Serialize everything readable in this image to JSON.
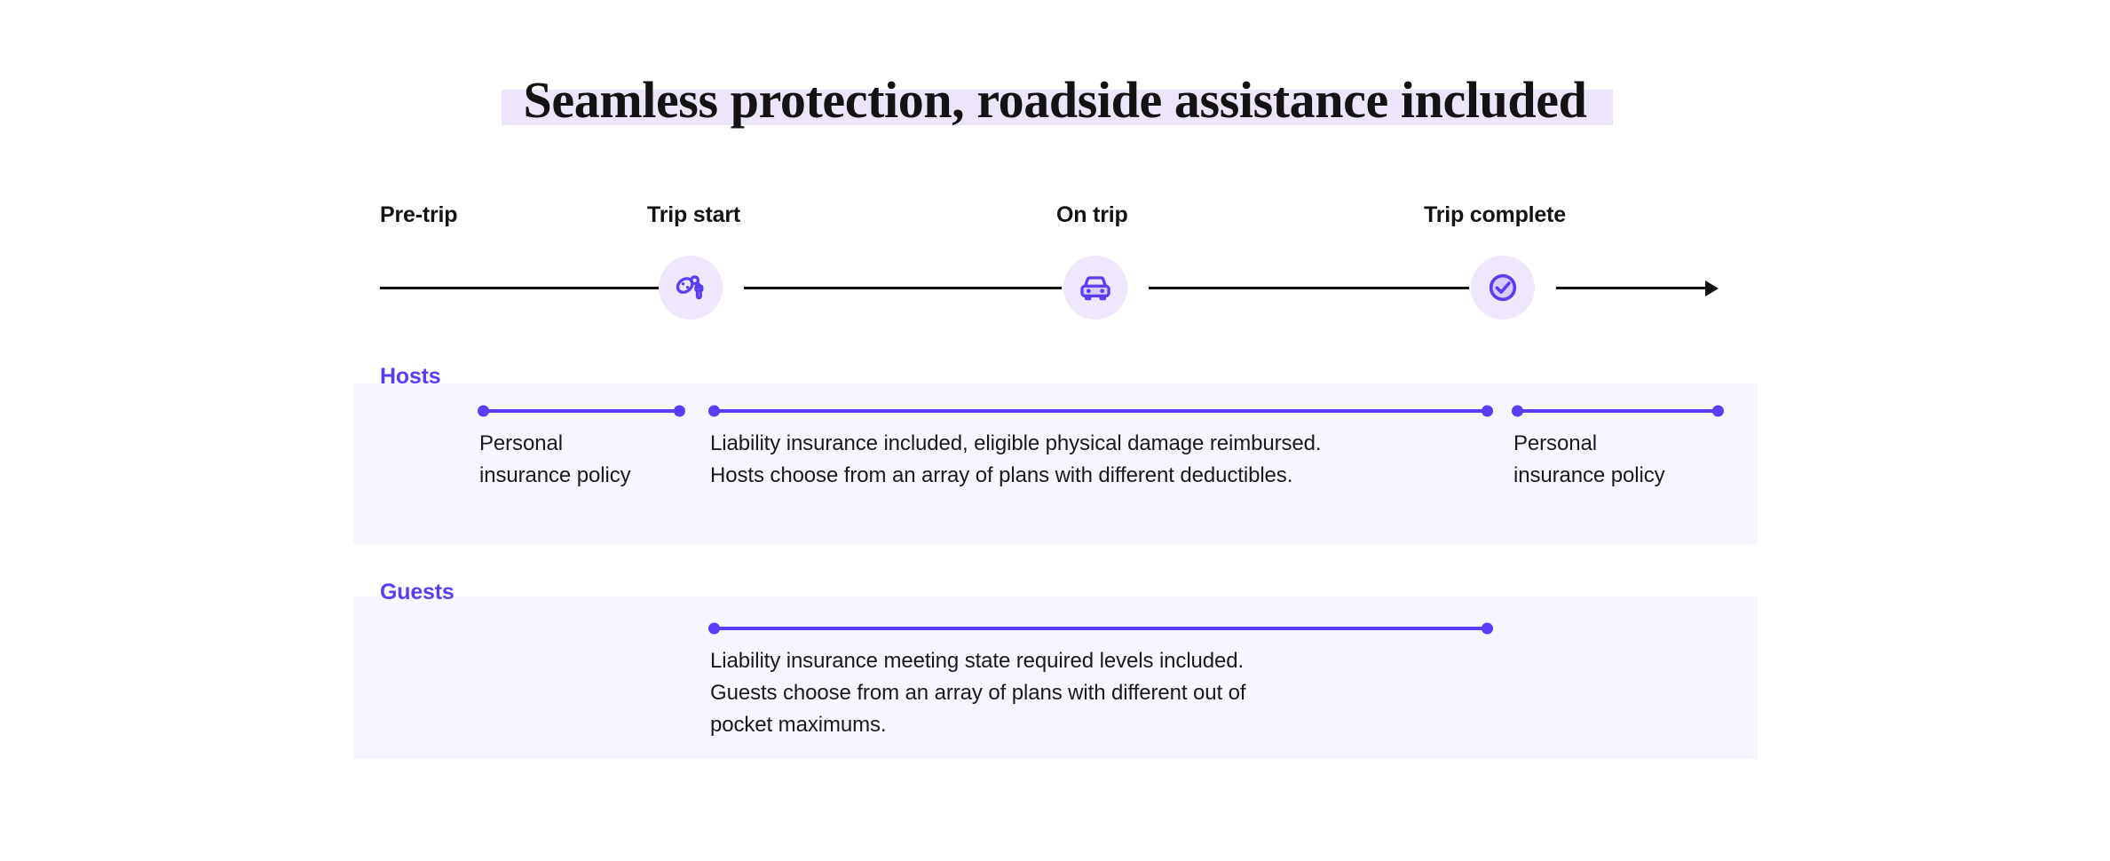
{
  "colors": {
    "accent": "#5B3DF5",
    "panel_bg": "#F9F5FE",
    "icon_bubble": "#EFE8FD",
    "title_highlight": "#EDE6FB",
    "axis": "#131313",
    "body_text": "#1A1A1A",
    "page_bg": "#FFFFFF"
  },
  "title": {
    "text": "Seamless protection, roadside assistance included"
  },
  "timeline": {
    "stages": [
      {
        "label": "Pre-trip",
        "icon": "none"
      },
      {
        "label": "Trip start",
        "icon": "car-key-icon"
      },
      {
        "label": "On trip",
        "icon": "car-front-icon"
      },
      {
        "label": "Trip complete",
        "icon": "check-circle-icon"
      }
    ],
    "arrow": "arrow-right-icon"
  },
  "rows": [
    {
      "label": "Hosts",
      "segments": [
        {
          "text": "Personal\ninsurance policy"
        },
        {
          "text": "Liability insurance included, eligible physical damage reimbursed.\nHosts choose from an array of plans with different deductibles."
        },
        {
          "text": "Personal\ninsurance policy"
        }
      ]
    },
    {
      "label": "Guests",
      "segments": [
        {
          "text": "Liability insurance meeting state required levels included.\nGuests choose from an array of plans with different out of\npocket maximums."
        }
      ]
    }
  ]
}
